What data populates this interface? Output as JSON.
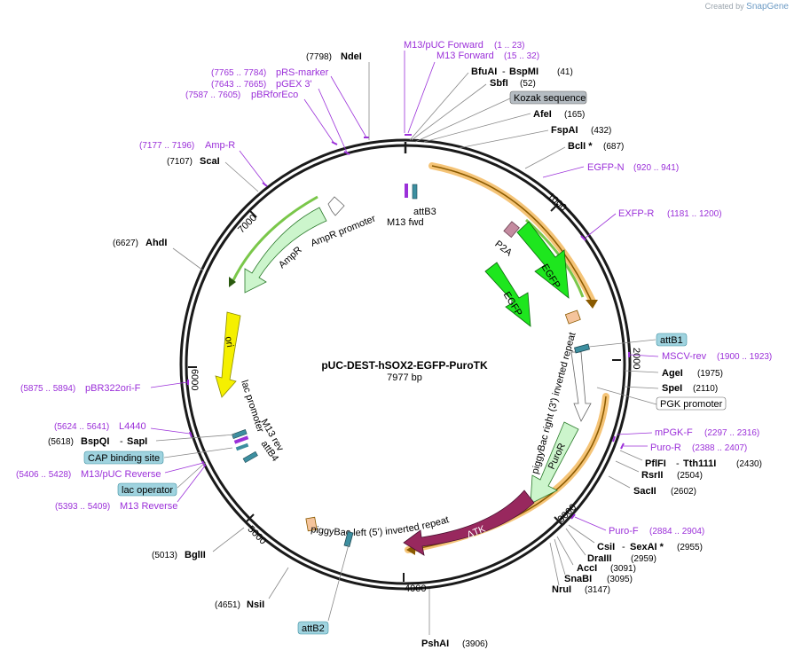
{
  "watermark": {
    "prefix": "Created by",
    "brand": "SnapGene"
  },
  "plasmid": {
    "name": "pUC-DEST-hSOX2-EGFP-PuroTK",
    "length": "7977 bp"
  },
  "ticks": [
    "1000",
    "2000",
    "3000",
    "4000",
    "5000",
    "6000",
    "7000"
  ],
  "sites": [
    {
      "name": "NdeI",
      "pos": "(7798)"
    },
    {
      "name": "BfuAI",
      "name2": "BspMI",
      "pos": "(41)"
    },
    {
      "name": "SbfI",
      "pos": "(52)"
    },
    {
      "name": "AfeI",
      "pos": "(165)"
    },
    {
      "name": "FspAI",
      "pos": "(432)"
    },
    {
      "name": "BclI *",
      "pos": "(687)"
    },
    {
      "name": "AgeI",
      "pos": "(1975)"
    },
    {
      "name": "SpeI",
      "pos": "(2110)"
    },
    {
      "name": "PflFI",
      "name2": "Tth111I",
      "pos": "(2430)"
    },
    {
      "name": "RsrII",
      "pos": "(2504)"
    },
    {
      "name": "SacII",
      "pos": "(2602)"
    },
    {
      "name": "CsiI",
      "name2": "SexAI *",
      "pos": "(2955)"
    },
    {
      "name": "DraIII",
      "pos": "(2959)"
    },
    {
      "name": "AccI",
      "pos": "(3091)"
    },
    {
      "name": "SnaBI",
      "pos": "(3095)"
    },
    {
      "name": "NruI",
      "pos": "(3147)"
    },
    {
      "name": "PshAI",
      "pos": "(3906)"
    },
    {
      "name": "NsiI",
      "pos": "(4651)"
    },
    {
      "name": "BglII",
      "pos": "(5013)"
    },
    {
      "name": "BspQI",
      "name2": "SapI",
      "pos": "(5618)"
    },
    {
      "name": "AhdI",
      "pos": "(6627)"
    },
    {
      "name": "ScaI",
      "pos": "(7107)"
    }
  ],
  "primers": [
    {
      "name": "M13/pUC Forward",
      "range": "(1 .. 23)"
    },
    {
      "name": "M13 Forward",
      "range": "(15 .. 32)"
    },
    {
      "name": "pRS-marker",
      "range": "(7765 .. 7784)"
    },
    {
      "name": "pGEX 3'",
      "range": "(7643 .. 7665)"
    },
    {
      "name": "pBRforEco",
      "range": "(7587 .. 7605)"
    },
    {
      "name": "Amp-R",
      "range": "(7177 .. 7196)"
    },
    {
      "name": "EGFP-N",
      "range": "(920 .. 941)"
    },
    {
      "name": "EXFP-R",
      "range": "(1181 .. 1200)"
    },
    {
      "name": "MSCV-rev",
      "range": "(1900 .. 1923)"
    },
    {
      "name": "mPGK-F",
      "range": "(2297 .. 2316)"
    },
    {
      "name": "Puro-R",
      "range": "(2388 .. 2407)"
    },
    {
      "name": "Puro-F",
      "range": "(2884 .. 2904)"
    },
    {
      "name": "pBR322ori-F",
      "range": "(5875 .. 5894)"
    },
    {
      "name": "L4440",
      "range": "(5624 .. 5641)"
    },
    {
      "name": "M13/pUC Reverse",
      "range": "(5406 .. 5428)"
    },
    {
      "name": "M13 Reverse",
      "range": "(5393 .. 5409)"
    }
  ],
  "boxed_features": [
    {
      "name": "Kozak sequence",
      "color": "#b5bcc2"
    },
    {
      "name": "attB1",
      "color": "#9fd3df"
    },
    {
      "name": "PGK promoter",
      "color": "#ffffff"
    },
    {
      "name": "CAP binding site",
      "color": "#9fd3df"
    },
    {
      "name": "lac operator",
      "color": "#9fd3df"
    },
    {
      "name": "attB2",
      "color": "#9fd3df"
    }
  ],
  "features": {
    "attB3": "attB3",
    "m13fwd": "M13 fwd",
    "p2a": "P2A",
    "egfp1": "EGFP",
    "egfp2": "EGFP",
    "pb_right": "piggyBac right (3') inverted repeat",
    "puror": "PuroR",
    "dtk": "ΔTK",
    "pb_left": "piggyBac left (5') inverted repeat",
    "ampr": "AmpR",
    "ampr_promoter": "AmpR promoter",
    "ori": "ori",
    "lac_promoter": "lac promoter",
    "m13rev": "M13 rev",
    "attB4": "attB4"
  },
  "colors": {
    "backbone": "#1a1a1a",
    "primer": "#9b30d9",
    "egfp": "#1ee61e",
    "ampr": "#ccf5cc",
    "ori": "#f5f000",
    "dtk": "#98285e",
    "pgk_arc": "#f5a623",
    "p2a": "#c48ba0",
    "attb": "#3d8fa0"
  }
}
